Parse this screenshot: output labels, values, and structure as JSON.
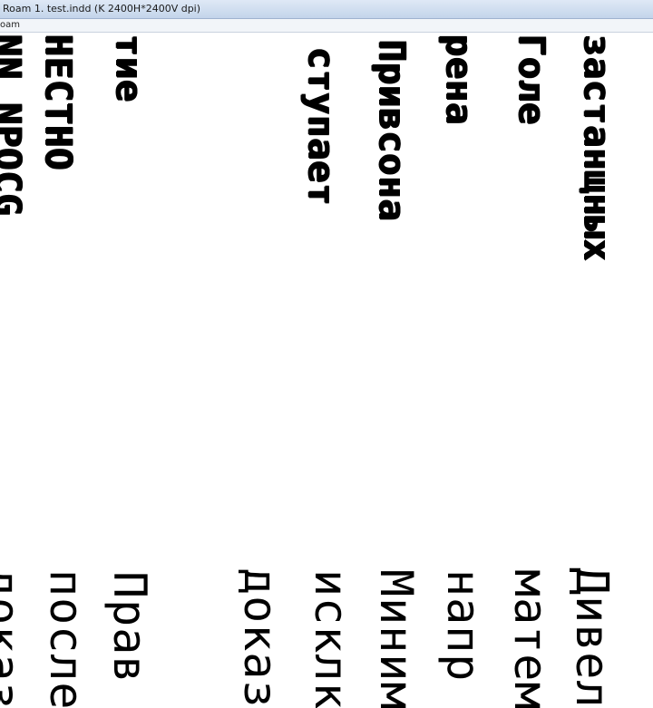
{
  "window": {
    "title": "Roam 1. test.indd  (K 2400H*2400V dpi)"
  },
  "tabstrip": {
    "tab_label": "oam"
  },
  "document": {
    "upper_column": [
      {
        "text": "NN NPOCG"
      },
      {
        "text": "НЕСТНО"
      },
      {
        "text": "тие"
      },
      {
        "text": "ступает"
      },
      {
        "text": "Привсона"
      },
      {
        "text": "рена"
      },
      {
        "text": "Голе"
      },
      {
        "text": "застанщных"
      }
    ],
    "lower_column": [
      {
        "text": "доказ"
      },
      {
        "text": "после"
      },
      {
        "text": "Прав"
      },
      {
        "text": "доказ"
      },
      {
        "text": "исклк"
      },
      {
        "text": "Миним"
      },
      {
        "text": "напр"
      },
      {
        "text": "матем"
      },
      {
        "text": "Дивел"
      }
    ]
  }
}
